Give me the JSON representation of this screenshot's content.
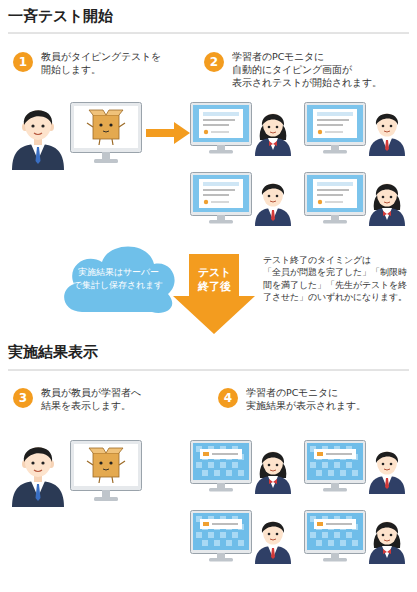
{
  "diagram": {
    "nodes": [
      {
        "text": [
          "1",
          "教員がタイピングテストを 開始します。"
        ]
      },
      {
        "text": [
          "2",
          "学習者のPCモニタに 自動的にタイピング画面が 表示されテストが開始されます。"
        ]
      },
      {
        "text": [
          "実施結果はサーバー で集計し保存されます"
        ]
      },
      {
        "text": [
          "テスト 終了後"
        ]
      },
      {
        "text": [
          "3",
          "教員が教員が学習者へ 結果を表示します。"
        ]
      },
      {
        "text": [
          "4",
          "学習者のPCモニタに 実施結果が表示されます。"
        ]
      }
    ],
    "labels": [
      "一斉テスト開始",
      "テスト終了のタイミングは 「全員が問題を完了した」「制限時間を満了した」「先生がテストを終了させた」のいずれかになります。",
      "実施結果表示"
    ]
  }
}
